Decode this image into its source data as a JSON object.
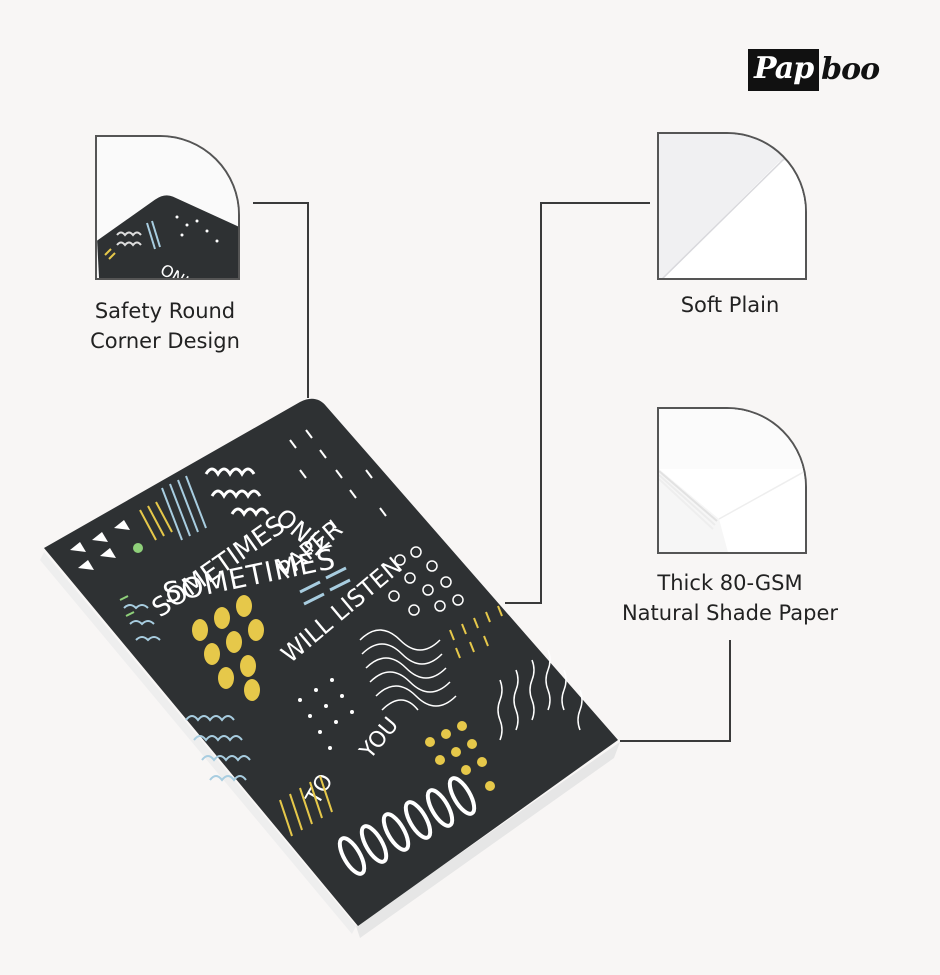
{
  "brand": {
    "logo_boxed": "Pap",
    "logo_rest": "boo"
  },
  "features": [
    {
      "label_line1": "Safety Round",
      "label_line2": "Corner Design",
      "icon": "round-corner-detail"
    },
    {
      "label_line1": "Soft Plain",
      "label_line2": "",
      "icon": "plain-paper-corner"
    },
    {
      "label_line1": "Thick 80-GSM",
      "label_line2": "Natural Shade Paper",
      "icon": "stacked-paper-corner"
    }
  ],
  "notebook": {
    "cover_text": [
      "SOMETIMES",
      "ONLY",
      "PAPER",
      "WILL LISTEN",
      "TO",
      "YOU"
    ],
    "cover_color": "#2e3133",
    "accent_colors": [
      "#e6c84a",
      "#a8cde0",
      "#8fd07a",
      "#ffffff"
    ]
  }
}
